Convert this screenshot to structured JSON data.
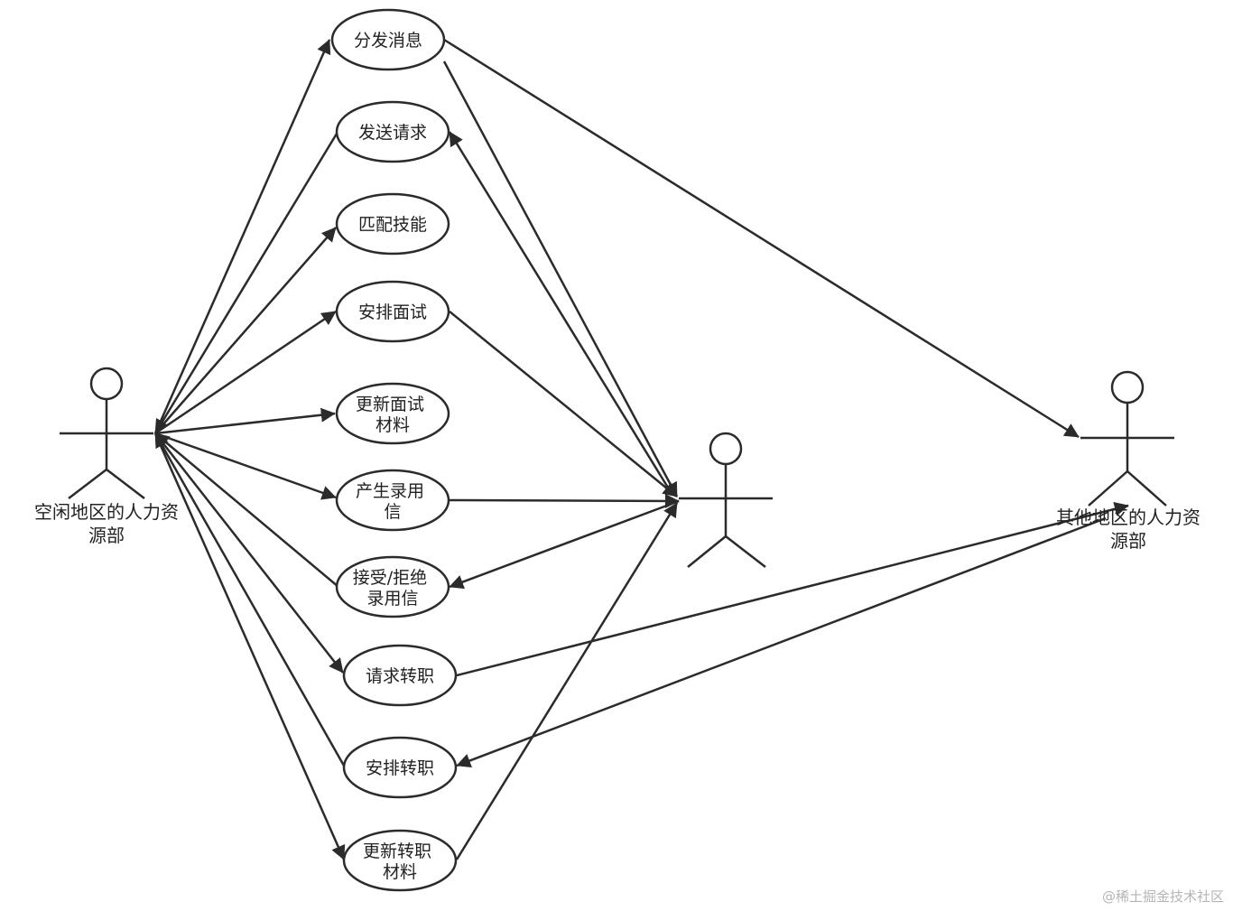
{
  "actors": [
    {
      "id": "left",
      "label_line1": "空闲地区的人力资",
      "label_line2": "源部"
    },
    {
      "id": "middle",
      "label_line1": "",
      "label_line2": ""
    },
    {
      "id": "right",
      "label_line1": "其他地区的人力资",
      "label_line2": "源部"
    }
  ],
  "use_cases": [
    {
      "id": "uc1",
      "lines": [
        "分发消息"
      ]
    },
    {
      "id": "uc2",
      "lines": [
        "发送请求"
      ]
    },
    {
      "id": "uc3",
      "lines": [
        "匹配技能"
      ]
    },
    {
      "id": "uc4",
      "lines": [
        "安排面试"
      ]
    },
    {
      "id": "uc5",
      "lines": [
        "更新面试",
        "材料"
      ]
    },
    {
      "id": "uc6",
      "lines": [
        "产生录用",
        "信"
      ]
    },
    {
      "id": "uc7",
      "lines": [
        "接受/拒绝",
        "录用信"
      ]
    },
    {
      "id": "uc8",
      "lines": [
        "请求转职"
      ]
    },
    {
      "id": "uc9",
      "lines": [
        "安排转职"
      ]
    },
    {
      "id": "uc10",
      "lines": [
        "更新转职",
        "材料"
      ]
    }
  ],
  "watermark": "@稀土掘金技术社区",
  "colors": {
    "stroke": "#2b2b2b",
    "text": "#222222",
    "background": "#ffffff"
  }
}
